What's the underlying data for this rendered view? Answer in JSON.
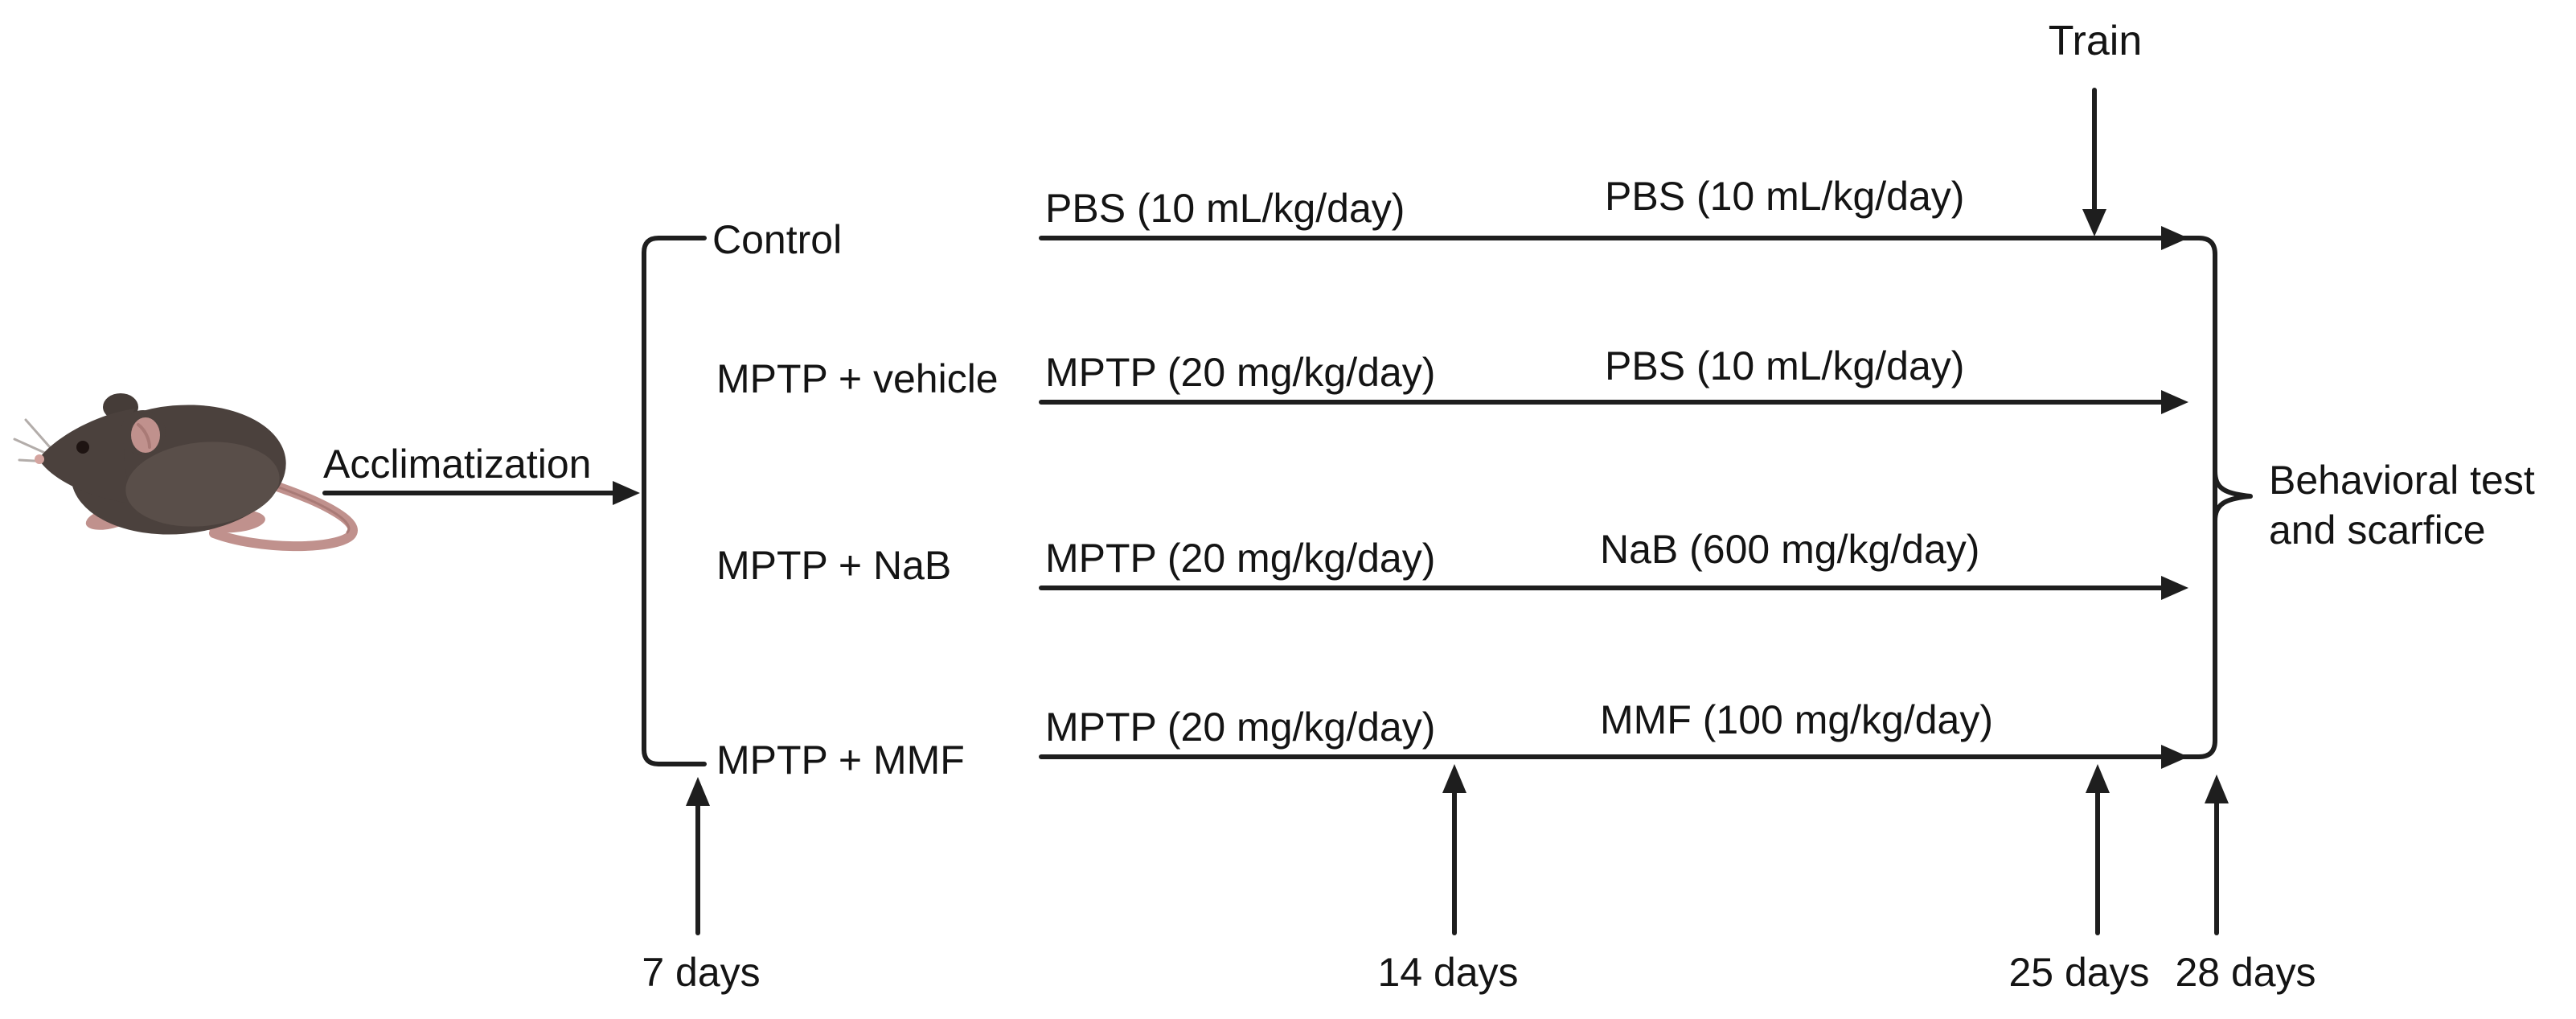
{
  "diagram": {
    "title_hint": "MPTP mouse study experimental timeline",
    "train_label": "Train",
    "acclimatization_label": "Acclimatization",
    "behavioral_label_line1": "Behavioral test",
    "behavioral_label_line2": "and scarfice",
    "groups": [
      {
        "name": "Control",
        "phase1": "PBS (10 mL/kg/day)",
        "phase2": "PBS (10 mL/kg/day)"
      },
      {
        "name": "MPTP + vehicle",
        "phase1": "MPTP (20 mg/kg/day)",
        "phase2": "PBS (10 mL/kg/day)"
      },
      {
        "name": "MPTP + NaB",
        "phase1": "MPTP (20 mg/kg/day)",
        "phase2": "NaB (600 mg/kg/day)"
      },
      {
        "name": "MPTP + MMF",
        "phase1": "MPTP (20 mg/kg/day)",
        "phase2": "MMF (100 mg/kg/day)"
      }
    ],
    "timepoints": [
      {
        "label": "7 days"
      },
      {
        "label": "14 days"
      },
      {
        "label": "25 days"
      },
      {
        "label": "28 days"
      }
    ],
    "colors": {
      "line": "#1e1e1e",
      "text": "#141414",
      "background": "#ffffff",
      "mouse_body": "#4b413d",
      "mouse_flank": "#594e49",
      "mouse_pink": "#c0918d"
    }
  }
}
